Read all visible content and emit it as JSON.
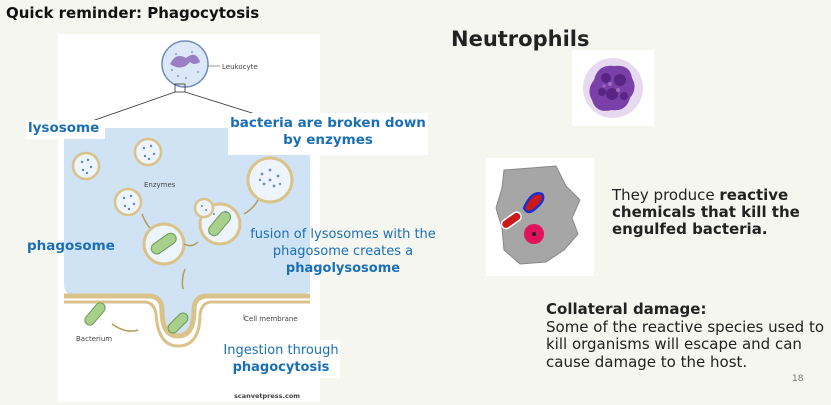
{
  "slide": {
    "title": "Quick reminder: Phagocytosis",
    "page_number": "18"
  },
  "figure": {
    "leukocyte_label": "Leukocyte",
    "enzymes_label": "Enzymes",
    "cell_membrane_label": "Cell membrane",
    "bacterium_label": "Bacterium",
    "credit": "scanvetpress.com",
    "colors": {
      "cytoplasm": "#cfe3f5",
      "membrane": "#d9c38a",
      "bacterium": "#a8d08d"
    }
  },
  "labels": {
    "lysosome": "lysosome",
    "broken_down": "bacteria are broken down by enzymes",
    "phagosome": "phagosome",
    "fusion_prefix": "fusion of lysosomes with the phagosome creates a",
    "fusion_bold": "phagolysosome",
    "ingestion_prefix": "Ingestion through",
    "ingestion_bold": "phagocytosis"
  },
  "neutrophils": {
    "title": "Neutrophils",
    "reactive_prefix": "They produce",
    "reactive_bold": "reactive chemicals that kill the engulfed bacteria."
  },
  "collateral": {
    "heading": "Collateral damage:",
    "body": "Some of the reactive species used to kill organisms will escape and can cause damage to the host."
  }
}
